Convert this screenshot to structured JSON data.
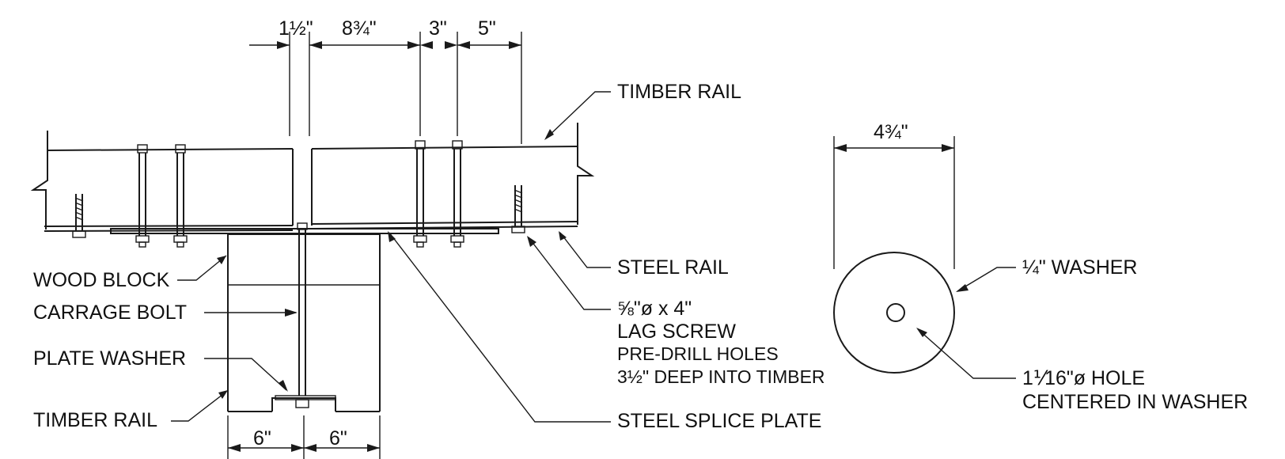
{
  "dimensions": {
    "top": [
      "1½\"",
      "8¾\"",
      "3\"",
      "5\""
    ],
    "bottom": [
      "6\"",
      "6\""
    ],
    "washer_width": "4¾\""
  },
  "labels": {
    "timber_rail_top": "TIMBER RAIL",
    "steel_rail": "STEEL RAIL",
    "wood_block": "WOOD BLOCK",
    "carrage_bolt": "CARRAGE BOLT",
    "plate_washer": "PLATE WASHER",
    "timber_rail_bottom": "TIMBER RAIL",
    "lag_screw": [
      "⅝\"ø x 4\"",
      "LAG SCREW",
      "PRE-DRILL HOLES",
      "3½\" DEEP INTO TIMBER"
    ],
    "steel_splice_plate": "STEEL SPLICE PLATE",
    "washer": "¼\" WASHER",
    "hole": [
      "1⅟16\"ø HOLE",
      "CENTERED IN WASHER"
    ]
  }
}
